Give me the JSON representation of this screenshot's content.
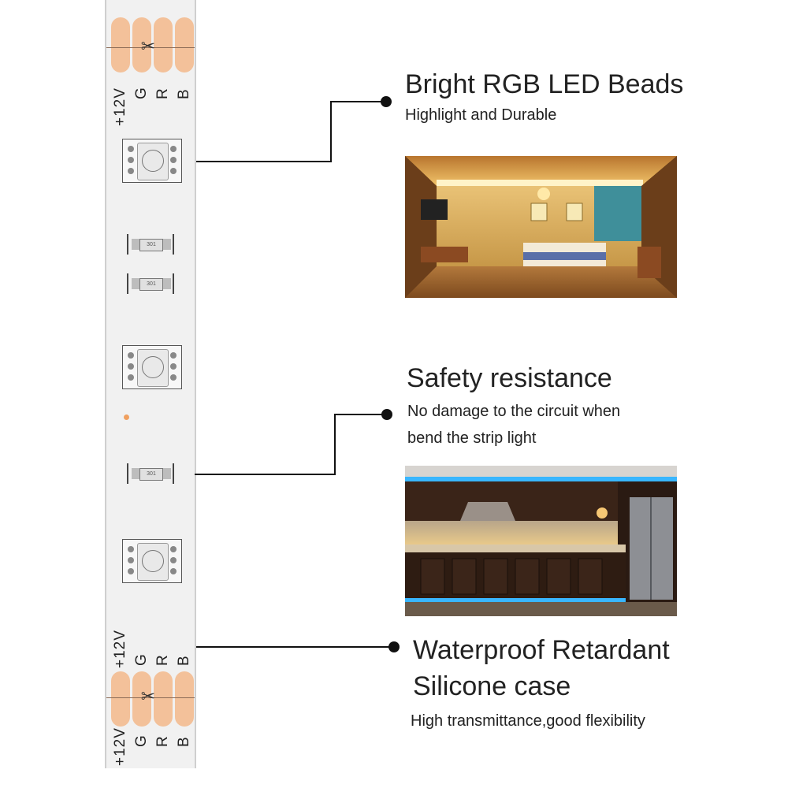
{
  "strip": {
    "pin_labels_top": [
      "+12V",
      "G",
      "R",
      "B"
    ],
    "pin_labels_bottom_upper": [
      "+12V",
      "G",
      "R",
      "B"
    ],
    "pin_labels_bottom_lower": [
      "+12V",
      "G",
      "R",
      "B"
    ],
    "resistor_text": "301",
    "pad_color": "#f3c19a"
  },
  "features": [
    {
      "title": "Bright RGB LED Beads",
      "subtitle_lines": [
        "Highlight and Durable"
      ],
      "photo_icon": "bedroom-photo"
    },
    {
      "title": "Safety resistance",
      "subtitle_lines": [
        "No damage to the circuit when",
        "bend the strip light"
      ],
      "photo_icon": "kitchen-photo"
    },
    {
      "title_lines": [
        "Waterproof Retardant",
        "Silicone case"
      ],
      "subtitle_lines": [
        "High transmittance,good flexibility"
      ]
    }
  ],
  "colors": {
    "leader": "#111111",
    "warm_light": "#f6c774",
    "blue_light": "#39b6ff"
  }
}
